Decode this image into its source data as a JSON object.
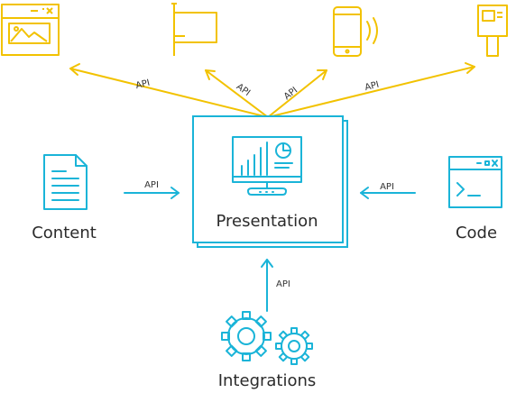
{
  "colors": {
    "primary": "#1ab4d8",
    "accent": "#f2c200",
    "text": "#2b2b2b",
    "api_text": "#333333"
  },
  "nodes": {
    "presentation": {
      "label": "Presentation",
      "icon": "dashboard-monitor-icon"
    },
    "content": {
      "label": "Content",
      "icon": "document-icon"
    },
    "code": {
      "label": "Code",
      "icon": "terminal-window-icon"
    },
    "integrations": {
      "label": "Integrations",
      "icon": "gears-icon"
    }
  },
  "outputs": [
    {
      "icon": "web-page-icon"
    },
    {
      "icon": "flag-icon"
    },
    {
      "icon": "mobile-phone-icon"
    },
    {
      "icon": "kiosk-icon"
    }
  ],
  "edges": {
    "content_to_presentation": "API",
    "code_to_presentation": "API",
    "integrations_to_presentation": "API",
    "presentation_to_web": "API",
    "presentation_to_flag": "API",
    "presentation_to_phone": "API",
    "presentation_to_kiosk": "API"
  }
}
